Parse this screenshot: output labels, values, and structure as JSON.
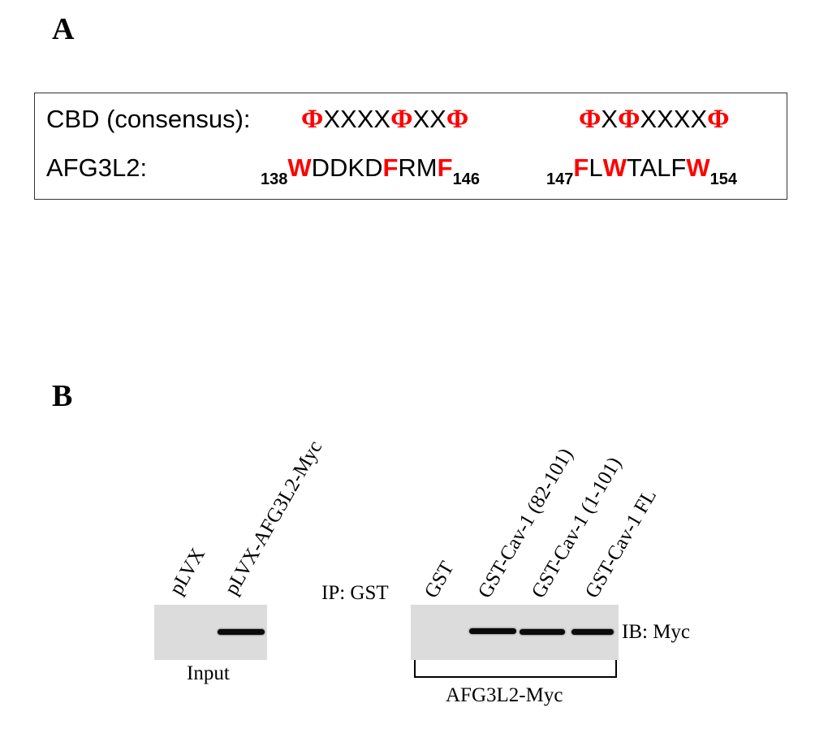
{
  "panels": {
    "a": {
      "letter": "A",
      "cbd_label": "CBD (consensus):",
      "afg_label": "AFG3L2:",
      "consensus_1": [
        {
          "t": "Φ",
          "hl": true
        },
        {
          "t": "XXXX",
          "hl": false
        },
        {
          "t": "Φ",
          "hl": true
        },
        {
          "t": "XX",
          "hl": false
        },
        {
          "t": "Φ",
          "hl": true
        }
      ],
      "consensus_2": [
        {
          "t": "Φ",
          "hl": true
        },
        {
          "t": "X",
          "hl": false
        },
        {
          "t": "Φ",
          "hl": true
        },
        {
          "t": "XXXX",
          "hl": false
        },
        {
          "t": "Φ",
          "hl": true
        }
      ],
      "seq_1": {
        "start": "138",
        "end": "146",
        "residues": [
          {
            "t": "W",
            "hl": true
          },
          {
            "t": "DDKD",
            "hl": false
          },
          {
            "t": "F",
            "hl": true
          },
          {
            "t": "RM",
            "hl": false
          },
          {
            "t": "F",
            "hl": true
          }
        ]
      },
      "seq_2": {
        "start": "147",
        "end": "154",
        "residues": [
          {
            "t": "F",
            "hl": true
          },
          {
            "t": "L",
            "hl": false
          },
          {
            "t": "W",
            "hl": true
          },
          {
            "t": "TALF",
            "hl": false
          },
          {
            "t": "W",
            "hl": true
          }
        ]
      }
    },
    "b": {
      "letter": "B",
      "input_lanes": [
        "pLVX",
        "pLVX-AFG3L2-Myc"
      ],
      "input_caption": "Input",
      "ip_label": "IP: GST",
      "ip_lanes": [
        "GST",
        "GST-Cav-1 (82-101)",
        "GST-Cav-1 (1-101)",
        "GST-Cav-1 FL"
      ],
      "ib_label": "IB: Myc",
      "bracket_caption": "AFG3L2-Myc",
      "input_band_present": [
        false,
        true
      ],
      "ip_band_present": [
        false,
        true,
        true,
        true
      ]
    }
  },
  "colors": {
    "highlight": "#ff0000",
    "blot_bg": "#dcdcdc",
    "band": "#0a0a0a"
  }
}
